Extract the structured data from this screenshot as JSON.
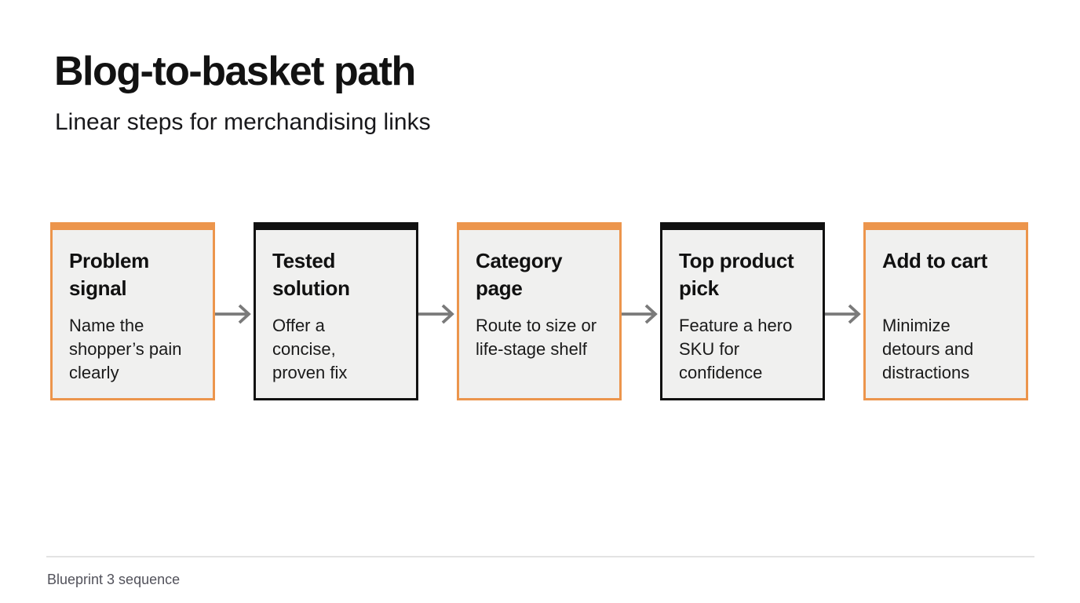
{
  "page": {
    "title": "Blog-to-basket path",
    "subtitle": "Linear steps for merchandising links",
    "footer_caption": "Blueprint 3 sequence"
  },
  "colors": {
    "accent_orange": "#EC954C",
    "accent_black": "#111111",
    "box_background": "#F0F0EF",
    "arrow_gray": "#7A7A7A",
    "divider_gray": "#E3E3E3"
  },
  "icons": {
    "connector": "right-arrow-icon"
  },
  "flow": {
    "steps": [
      {
        "title": "Problem\nsignal",
        "description": "Name the\nshopper’s pain\nclearly",
        "accent": "orange"
      },
      {
        "title": "Tested\nsolution",
        "description": "Offer a\nconcise,\nproven fix",
        "accent": "black"
      },
      {
        "title": "Category\npage",
        "description": "Route to size or\nlife-stage shelf",
        "accent": "orange"
      },
      {
        "title": "Top product\npick",
        "description": "Feature a hero\nSKU for\nconfidence",
        "accent": "black"
      },
      {
        "title": "Add to cart",
        "description": "Minimize\ndetours and\ndistractions",
        "accent": "orange"
      }
    ]
  }
}
